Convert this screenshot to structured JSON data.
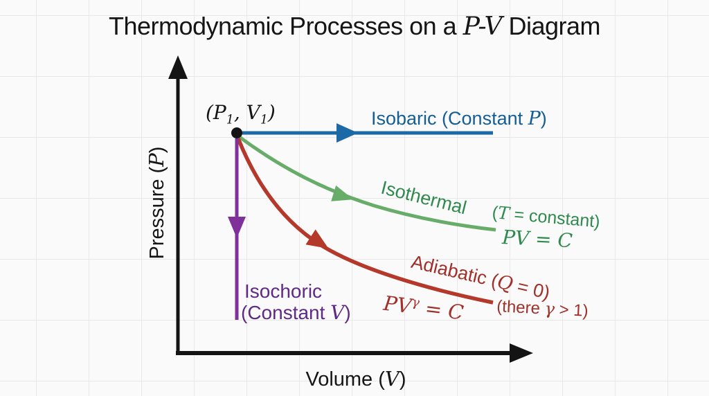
{
  "title": {
    "pre": "Thermodynamic Processes on a ",
    "math": "P-V",
    "post": " Diagram"
  },
  "axes": {
    "y_label_pre": "Pressure (",
    "y_label_math": "P",
    "y_label_post": ")",
    "x_label_pre": "Volume (",
    "x_label_math": "V",
    "x_label_post": ")"
  },
  "start_point": {
    "open": "(P",
    "sub1": "1",
    "mid": ", V",
    "sub2": "1",
    "close": ")"
  },
  "processes": {
    "isobaric": {
      "label_pre": "Isobaric (Constant ",
      "label_math": "P",
      "label_post": ")"
    },
    "isothermal": {
      "name": "Isothermal",
      "note_open": "(",
      "note_math": "T",
      "note_post": " = constant)",
      "equation": "PV = C"
    },
    "adiabatic": {
      "name_pre": "Adiabatic ",
      "note1_open": "(",
      "note1_math": "Q",
      "note1_post": " = 0)",
      "eq_base": "PV",
      "eq_sup": "γ",
      "eq_rest": " = C",
      "note2_pre": "(there ",
      "note2_math": "γ",
      "note2_post": " > 1)"
    },
    "isochoric": {
      "name": "Isochoric",
      "note_pre": "(Constant ",
      "note_math": "V",
      "note_post": ")"
    }
  },
  "colors": {
    "background": "#fafafa",
    "grid": "#e8e8e8",
    "axis": "#141414",
    "isobaric": "#1b6aa5",
    "isobaric_text": "#155e95",
    "isothermal": "#68ac69",
    "isothermal_text": "#2f8a4e",
    "adiabatic": "#b4392b",
    "adiabatic_text": "#a0302a",
    "isochoric": "#80309b",
    "isochoric_text": "#5e2a85"
  }
}
